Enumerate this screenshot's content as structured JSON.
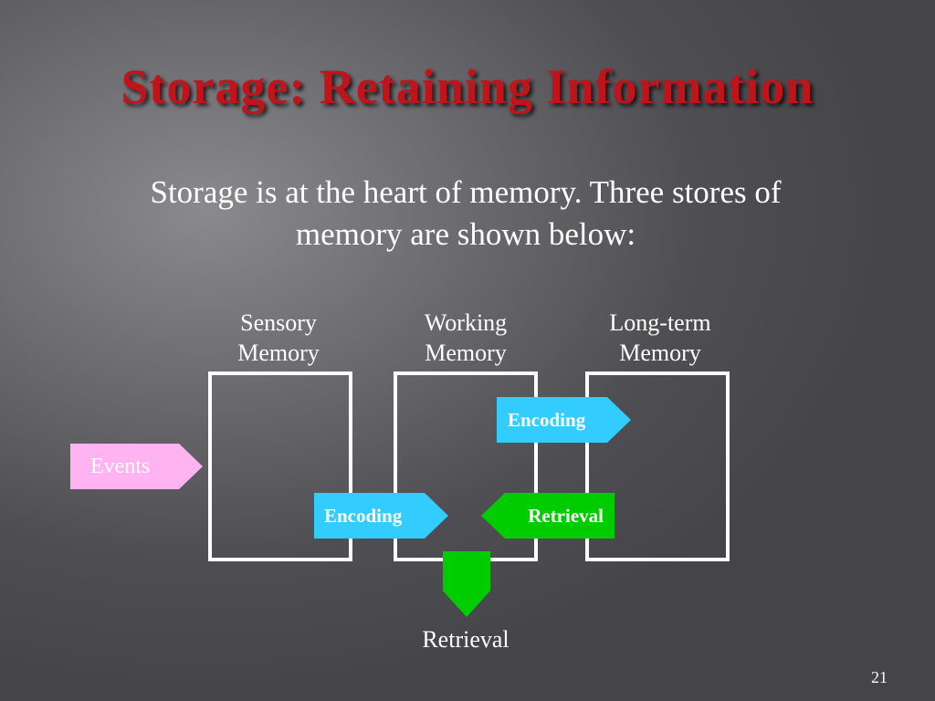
{
  "slide": {
    "title": "Storage: Retaining Information",
    "intro": "Storage is at the heart of memory. Three stores of memory are shown below:",
    "page_number": "21"
  },
  "diagram": {
    "stores": [
      {
        "line1": "Sensory",
        "line2": "Memory"
      },
      {
        "line1": "Working",
        "line2": "Memory"
      },
      {
        "line1": "Long-term",
        "line2": "Memory"
      }
    ],
    "arrows": {
      "events": "Events",
      "encoding_to_working": "Encoding",
      "encoding_to_longterm": "Encoding",
      "retrieval_from_longterm": "Retrieval"
    },
    "bottom_label": "Retrieval"
  },
  "colors": {
    "title": "#c0141a",
    "events_fill": "#ffb3f0",
    "encoding_fill": "#33ccff",
    "retrieval_fill": "#00cc00",
    "box_outline": "#ffffff"
  }
}
